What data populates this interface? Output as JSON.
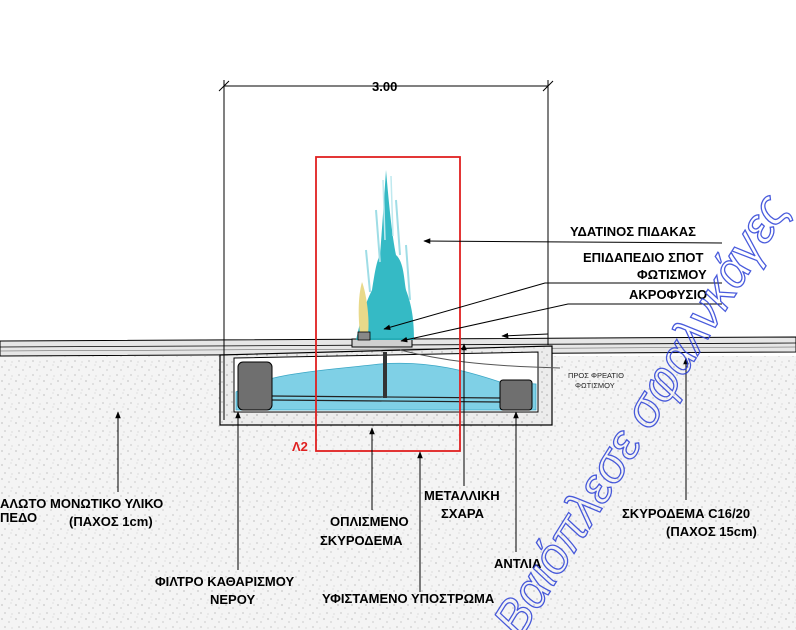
{
  "diagram": {
    "dimension": "3.00",
    "grid_tag": "Λ2",
    "labels": {
      "water_jet": "ΥΔΑΤΙΝΟΣ ΠΙΔΑΚΑΣ",
      "spot_line1": "ΕΠΙΔΑΠΕΔΙΟ ΣΠΟΤ",
      "spot_line2": "ΦΩΤΙΣΜΟΥ",
      "nozzle": "ΑΚΡΟΦΥΣΙΟ",
      "to_manhole_line1": "ΠΡΟΣ ΦΡΕΑΤΙΟ",
      "to_manhole_line2": "ΦΩΤΙΣΜΟΥ",
      "left_cut_line1": "ΑΛΩΤΟ",
      "left_cut_line2": "ΠΕΔΟ",
      "insulation_line1": "ΜΟΝΩΤΙΚΟ ΥΛΙΚΟ",
      "insulation_line2": "(ΠΑΧΟΣ 1cm)",
      "metal_grate_line1": "ΜΕΤΑΛΛΙΚΗ",
      "metal_grate_line2": "ΣΧΑΡΑ",
      "reinforced_line1": "ΟΠΛΙΣΜΕΝΟ",
      "reinforced_line2": "ΣΚΥΡΟΔΕΜΑ",
      "concrete_line1": "ΣΚΥΡΟΔΕΜΑ C16/20",
      "concrete_line2": "(ΠΑΧΟΣ 15cm)",
      "filter_line1": "ΦΙΛΤΡΟ ΚΑΘΑΡΙΣΜΟΥ",
      "filter_line2": "ΝΕΡΟΥ",
      "pump": "ΑΝΤΛΙΑ",
      "subbase": "ΥΦΙΣΤΑΜΕΝΟ ΥΠΟΣΤΡΩΜΑ"
    },
    "watermark": "Βαιόπλεσε σφαλνκάγες",
    "colors": {
      "line": "#000000",
      "highlight_box": "#e02020",
      "water": "#7fd0e6",
      "jet": "#1fb3bf",
      "jet_light": "#9fdde6",
      "spot": "#e9d98a",
      "equipment": "#6f6f6f",
      "watermark": "#2a3fd6"
    }
  }
}
